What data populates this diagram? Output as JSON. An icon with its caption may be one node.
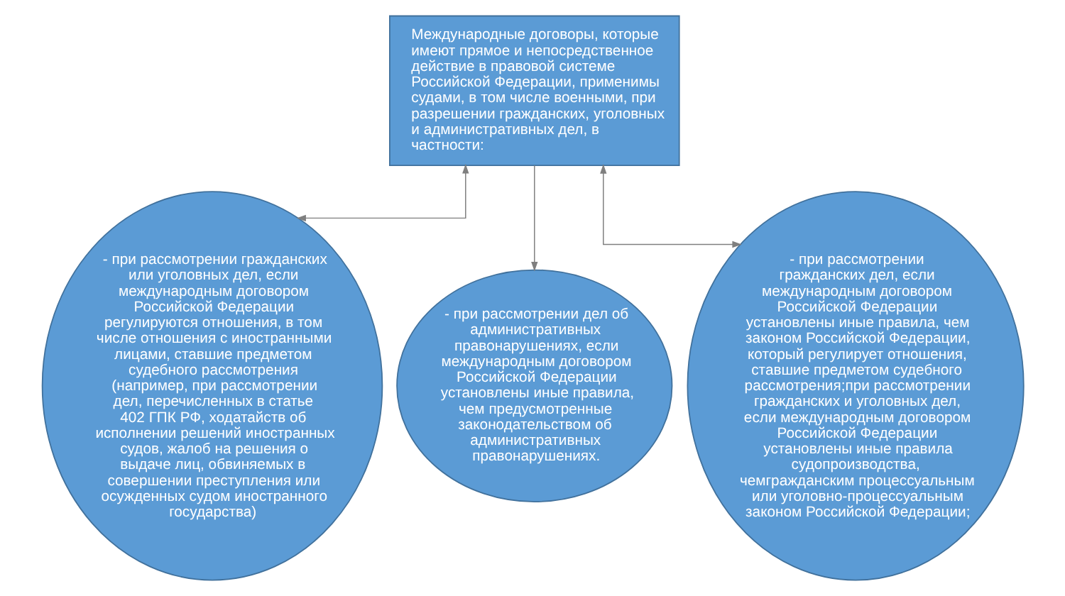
{
  "diagram": {
    "nodes": [
      {
        "text": [
          "Международные договоры, которые имеют прямое и непосредственное действие в правовой системе Российской Федерации, применимы судами, в том числе военными, при разрешении гражданских, уголовных и административных дел, в частности:"
        ]
      },
      {
        "text": [
          "- при рассмотрении гражданских или уголовных дел, если международным договором Российской Федерации регулируются отношения, в том числе отношения с иностранными лицами, ставшие предметом судебного рассмотрения (например, при рассмотрении дел, перечисленных в статье 402 ГПК РФ, ходатайств об исполнении решений иностранных судов, жалоб на решения о выдаче лиц, обвиняемых в совершении преступления или осужденных судом иностранного государства)"
        ]
      },
      {
        "text": [
          "- при рассмотрении гражданских дел, если международным договором Российской Федерации установлены иные правила, чем законом Российской Федерации, который регулирует отношения, ставшие предметом судебного рассмотрения;при рассмотрении гражданских и уголовных дел, если международным договором Российской Федерации установлены иные правила судопроизводства, чемгражданским процессуальным или уголовно-процессуальным законом Российской Федерации;"
        ]
      },
      {
        "text": [
          "- при рассмотрении дел об административных правонарушениях, если международным договором Российской Федерации установлены иные правила, чем предусмотренные законодательством об административных правонарушениях."
        ]
      }
    ],
    "edges": [
      {
        "from": 0,
        "to": 1,
        "arrow": "both"
      },
      {
        "from": 0,
        "to": 3,
        "arrow": "to"
      },
      {
        "from": 0,
        "to": 2,
        "arrow": "both"
      }
    ]
  }
}
